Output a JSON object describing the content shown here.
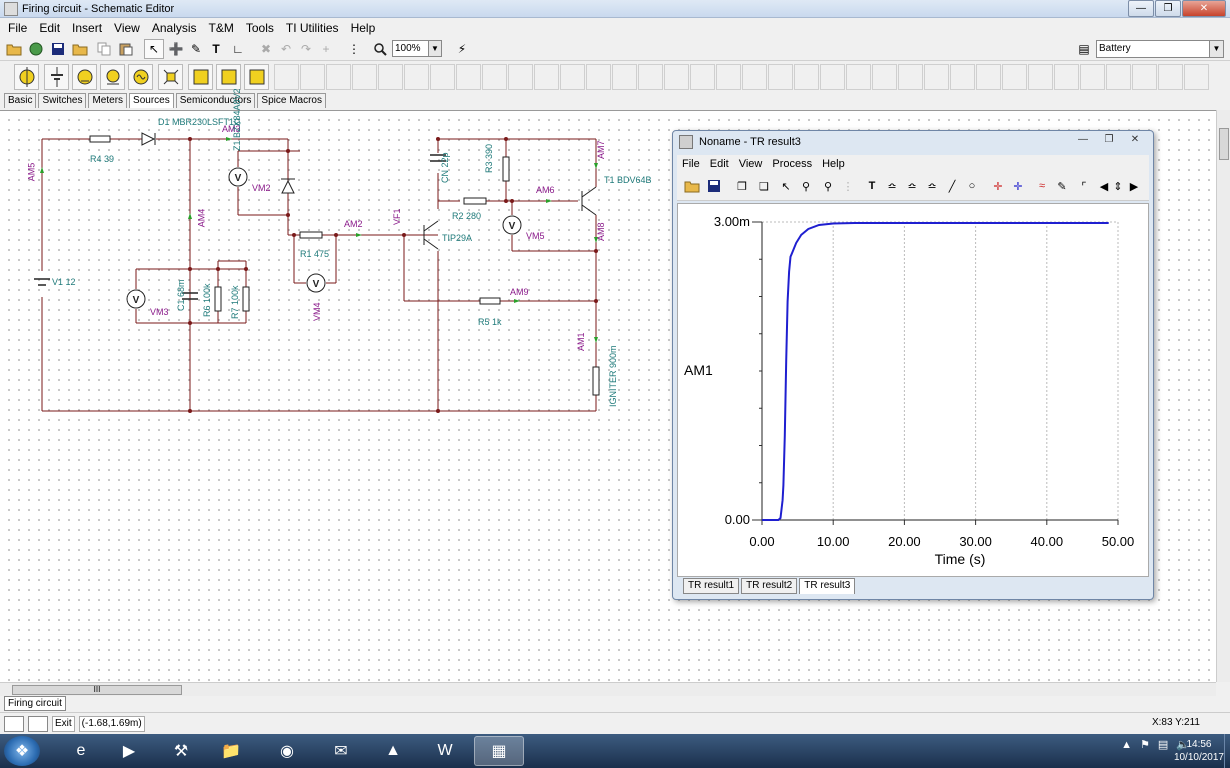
{
  "window": {
    "title": "Firing circuit - Schematic Editor"
  },
  "menubar": [
    "File",
    "Edit",
    "Insert",
    "View",
    "Analysis",
    "T&M",
    "Tools",
    "TI Utilities",
    "Help"
  ],
  "toolbar": {
    "zoom": "100%",
    "part_selected": "Battery"
  },
  "component_tabs": [
    "Basic",
    "Switches",
    "Meters",
    "Sources",
    "Semiconductors",
    "Spice Macros"
  ],
  "active_component_tab": "Sources",
  "schematic": {
    "labels": {
      "d1": "D1 MBR230LSFT1G",
      "r4": "R4 39",
      "am3": "AM3",
      "am5": "AM5",
      "z1": "Z1 BZX84A8V2",
      "vm2": "VM2",
      "am4": "AM4",
      "cn": "CN 22p",
      "r3": "R3 390",
      "am7": "AM7",
      "t1": "T1 BDV64B",
      "am6": "AM6",
      "r2": "R2 280",
      "vf1": "VF1",
      "am2": "AM2",
      "r1": "R1 475",
      "tip": "TIP29A",
      "vm5": "VM5",
      "am8": "AM8",
      "v1": "V1 12",
      "vm3": "VM3",
      "c1": "C1 68m",
      "r6": "R6 100k",
      "r7": "R7 100k",
      "vm4": "VM4",
      "am9": "AM9",
      "r5": "R5 1k",
      "am1": "AM1",
      "igniter": "IGNITER 900m"
    }
  },
  "scrollbar": {
    "h_thumb": "III"
  },
  "doc_tabs": [
    "Firing circuit"
  ],
  "statusbar": {
    "exit": "Exit",
    "coords": "(-1.68,1.69m)",
    "cursor": "X:83 Y:211"
  },
  "result_window": {
    "title": "Noname - TR result3",
    "menu": [
      "File",
      "Edit",
      "View",
      "Process",
      "Help"
    ],
    "tabs": [
      "TR result1",
      "TR result2",
      "TR result3"
    ],
    "active_tab": "TR result3"
  },
  "chart_data": {
    "type": "line",
    "ylabel": "AM1",
    "xlabel": "Time (s)",
    "xlim": [
      0,
      50
    ],
    "ylim": [
      0,
      0.003
    ],
    "x_ticks": [
      "0.00",
      "10.00",
      "20.00",
      "30.00",
      "40.00",
      "50.00"
    ],
    "y_ticks": [
      "0.00",
      "3.00m"
    ],
    "grid": true,
    "line_color": "#1f1fd0",
    "series": [
      {
        "x": [
          0,
          1.5,
          2.0,
          2.3,
          2.6,
          2.9,
          3.0,
          3.2,
          3.4,
          3.6,
          3.8,
          4.0,
          4.3,
          4.8,
          5.5,
          6.5,
          8.0,
          10.0,
          13.0,
          20.0,
          30.0,
          40.0,
          48.7
        ],
        "y": [
          0,
          0,
          0,
          0,
          2e-05,
          0.0002,
          0.00035,
          0.00085,
          0.0016,
          0.0022,
          0.0025,
          0.00265,
          0.0027,
          0.00279,
          0.00287,
          0.00293,
          0.00297,
          0.002985,
          0.00299,
          0.00299,
          0.00299,
          0.00299,
          0.00299
        ]
      }
    ]
  },
  "taskbar": {
    "clock_time": "14:56",
    "clock_date": "10/10/2017"
  }
}
